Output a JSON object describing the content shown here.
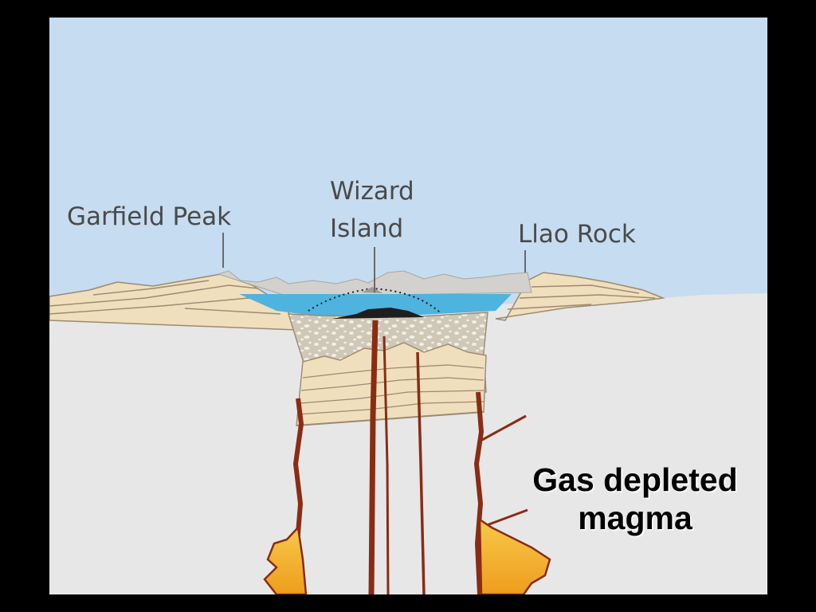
{
  "labels": {
    "garfield_peak": "Garfield Peak",
    "wizard_line1": "Wizard",
    "wizard_line2": "Island",
    "llao_rock": "Llao Rock"
  },
  "caption": {
    "line1": "Gas depleted",
    "line2": "magma"
  },
  "colors": {
    "sky": "#c6dcf0",
    "ground": "#e7e7e8",
    "strata": "#f0dfbd",
    "lake": "#4fb3df",
    "rubble": "#cfc8b8",
    "magma_dark": "#8a2c14",
    "magma_hot": "#f2b125"
  }
}
